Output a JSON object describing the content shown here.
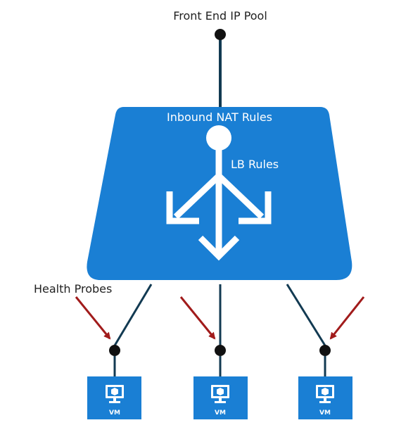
{
  "diagram": {
    "labels": {
      "front_end_ip_pool": "Front End IP Pool",
      "inbound_nat_rules": "Inbound NAT Rules",
      "lb_rules": "LB Rules",
      "health_probes": "Health Probes"
    },
    "vms": [
      {
        "label": "VM"
      },
      {
        "label": "VM"
      },
      {
        "label": "VM"
      }
    ],
    "colors": {
      "lb_blue": "#1a7fd4",
      "vm_blue": "#1a7fd4",
      "line_navy": "#123a52",
      "probe_red": "#a11b1b",
      "text_dark": "#222222",
      "white": "#ffffff"
    }
  }
}
